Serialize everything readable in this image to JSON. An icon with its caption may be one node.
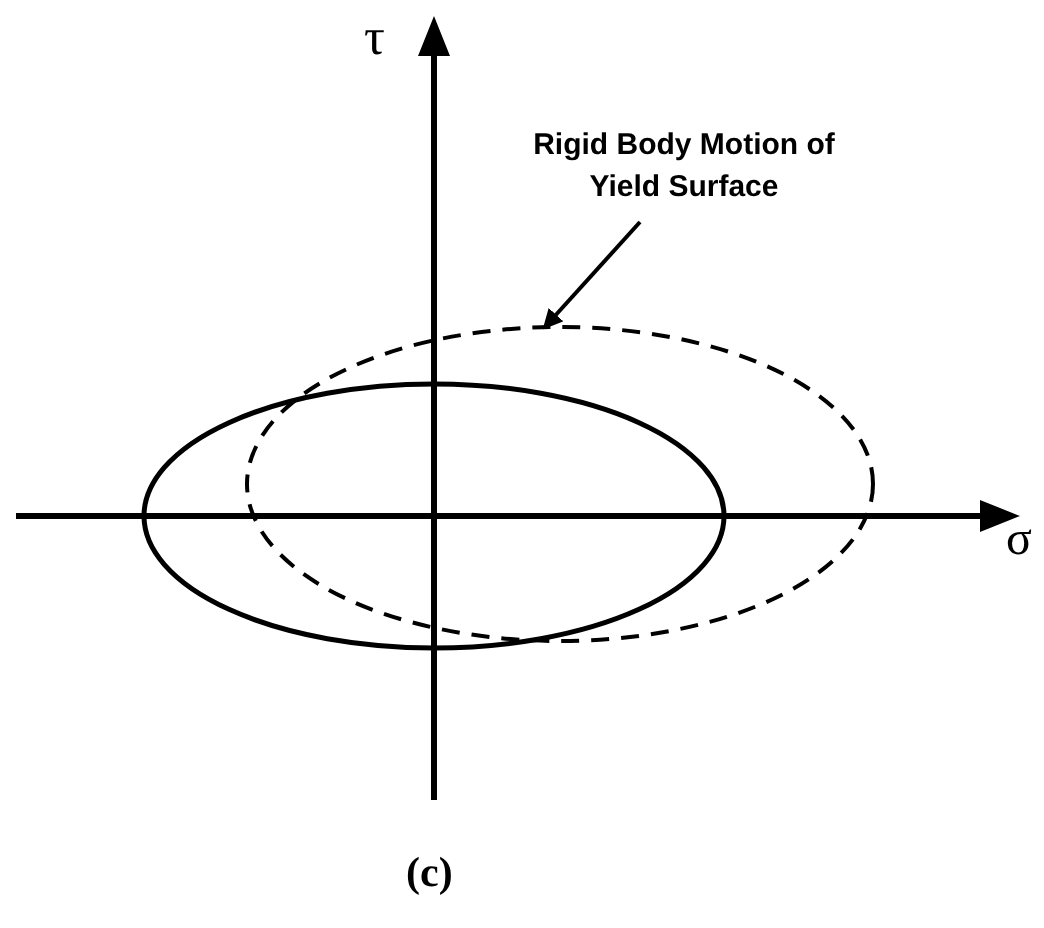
{
  "diagram": {
    "caption": "(c)",
    "nodes": [
      {
        "text": [
          "Rigid Body Motion of Yield Surface"
        ]
      },
      {
        "text": [],
        "shape": "ellipse"
      }
    ],
    "edges": [
      {
        "from": 0,
        "to": 1,
        "arrow": "to"
      }
    ],
    "labels": [
      "τ",
      "σ"
    ]
  }
}
